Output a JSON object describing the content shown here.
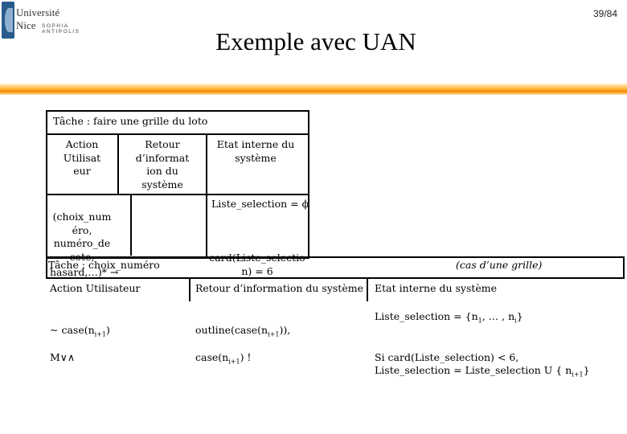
{
  "header": {
    "logo_line1": "Université",
    "logo_line2": "Nice",
    "logo_line3": "SOPHIA ANTIPOLIS",
    "page": "39/84",
    "title": "Exemple avec UAN"
  },
  "table1": {
    "task": "Tâche : faire une grille du loto",
    "col1_header": "Action\nUtilisat\neur",
    "col2_header": "Retour\nd’informat\nion du\nsystème",
    "col3_header": "Etat interne du\nsystème",
    "state_text": "Liste_selection = ϕ",
    "action_text": "(choix_num\néro,\nnuméro_de\ncote,",
    "action_text2": "hasard,…)* →",
    "card_text": "card(Liste_selectio\nn) = 6"
  },
  "table2": {
    "task": "Tâche : choix_numéro",
    "note": "(cas d’une grille)",
    "col1_header": "Action Utilisateur",
    "col2_header": "Retour d’information du système",
    "col3_header": "Etat interne du système",
    "state_init_prefix": "Liste_selection = {n",
    "state_init_sub1": "1",
    "state_init_mid": ", … , n",
    "state_init_sub2": "i",
    "state_init_suffix": "}",
    "row1_action_prefix": "~ case(n",
    "row1_action_sub": "i+1",
    "row1_action_suffix": ")",
    "row1_feedback_prefix": "outline(case(n",
    "row1_feedback_sub": "i+1",
    "row1_feedback_suffix": ")),",
    "row2_action": "M∨∧",
    "row2_feedback_prefix": "case(n",
    "row2_feedback_sub": "i+1",
    "row2_feedback_suffix": ") !",
    "row2_state_line1": "Si card(Liste_selection) < 6,",
    "row2_state_line2_prefix": "Liste_selection = Liste_selection U { n",
    "row2_state_line2_sub": "i+1",
    "row2_state_line2_suffix": "}"
  }
}
